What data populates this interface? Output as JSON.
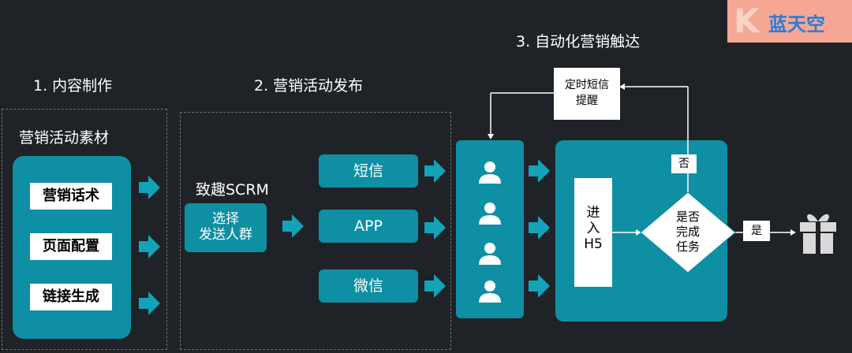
{
  "steps": {
    "step1": "1. 内容制作",
    "step2": "2. 营销活动发布",
    "step3": "3. 自动化营销触达"
  },
  "materials": {
    "title": "营销活动素材",
    "items": [
      "营销话术",
      "页面配置",
      "链接生成"
    ]
  },
  "scrm": {
    "title": "致趣SCRM",
    "select_line1": "选择",
    "select_line2": "发送人群"
  },
  "channels": [
    "短信",
    "APP",
    "微信"
  ],
  "flow": {
    "enter_h5": [
      "进",
      "入",
      "H5"
    ],
    "decision": [
      "是否",
      "完成",
      "任务"
    ],
    "no": "否",
    "yes": "是",
    "reminder_line1": "定时短信",
    "reminder_line2": "提醒"
  },
  "logo": {
    "letter": "K",
    "text": "蓝天空"
  },
  "colors": {
    "background": "#1f2226",
    "teal": "#0e8fa3",
    "logo_bg": "#f6a793"
  }
}
